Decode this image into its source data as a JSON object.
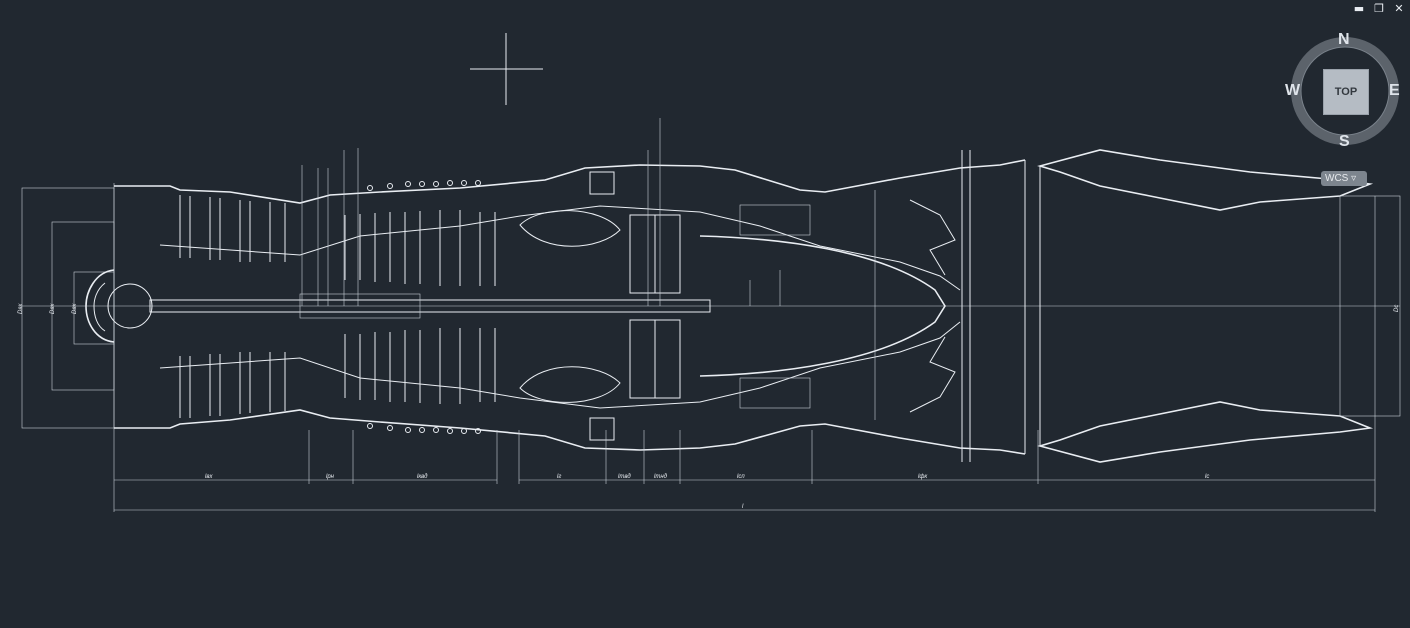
{
  "window_controls": {
    "minimize": "▬",
    "restore": "❐",
    "close": "✕"
  },
  "viewcube": {
    "north": "N",
    "south": "S",
    "east": "E",
    "west": "W",
    "face": "TOP"
  },
  "ucs": {
    "label": "WCS ▿"
  },
  "icons": [
    "crosshair-cursor-icon",
    "viewcube-ring-icon"
  ],
  "colors": {
    "background": "#212830",
    "linework": "#e9edf2",
    "viewcube_face": "#b5bcc4"
  },
  "dimensions": {
    "bottom": [
      "lвх",
      "lрн",
      "lквд",
      "lг",
      "lтвд",
      "lтнд",
      "lсп",
      "lфк",
      "lс"
    ],
    "overall": "l",
    "left_diameters": [
      "Dвх",
      "Dвх",
      "Dвх"
    ],
    "right_diameter": "Dс"
  }
}
